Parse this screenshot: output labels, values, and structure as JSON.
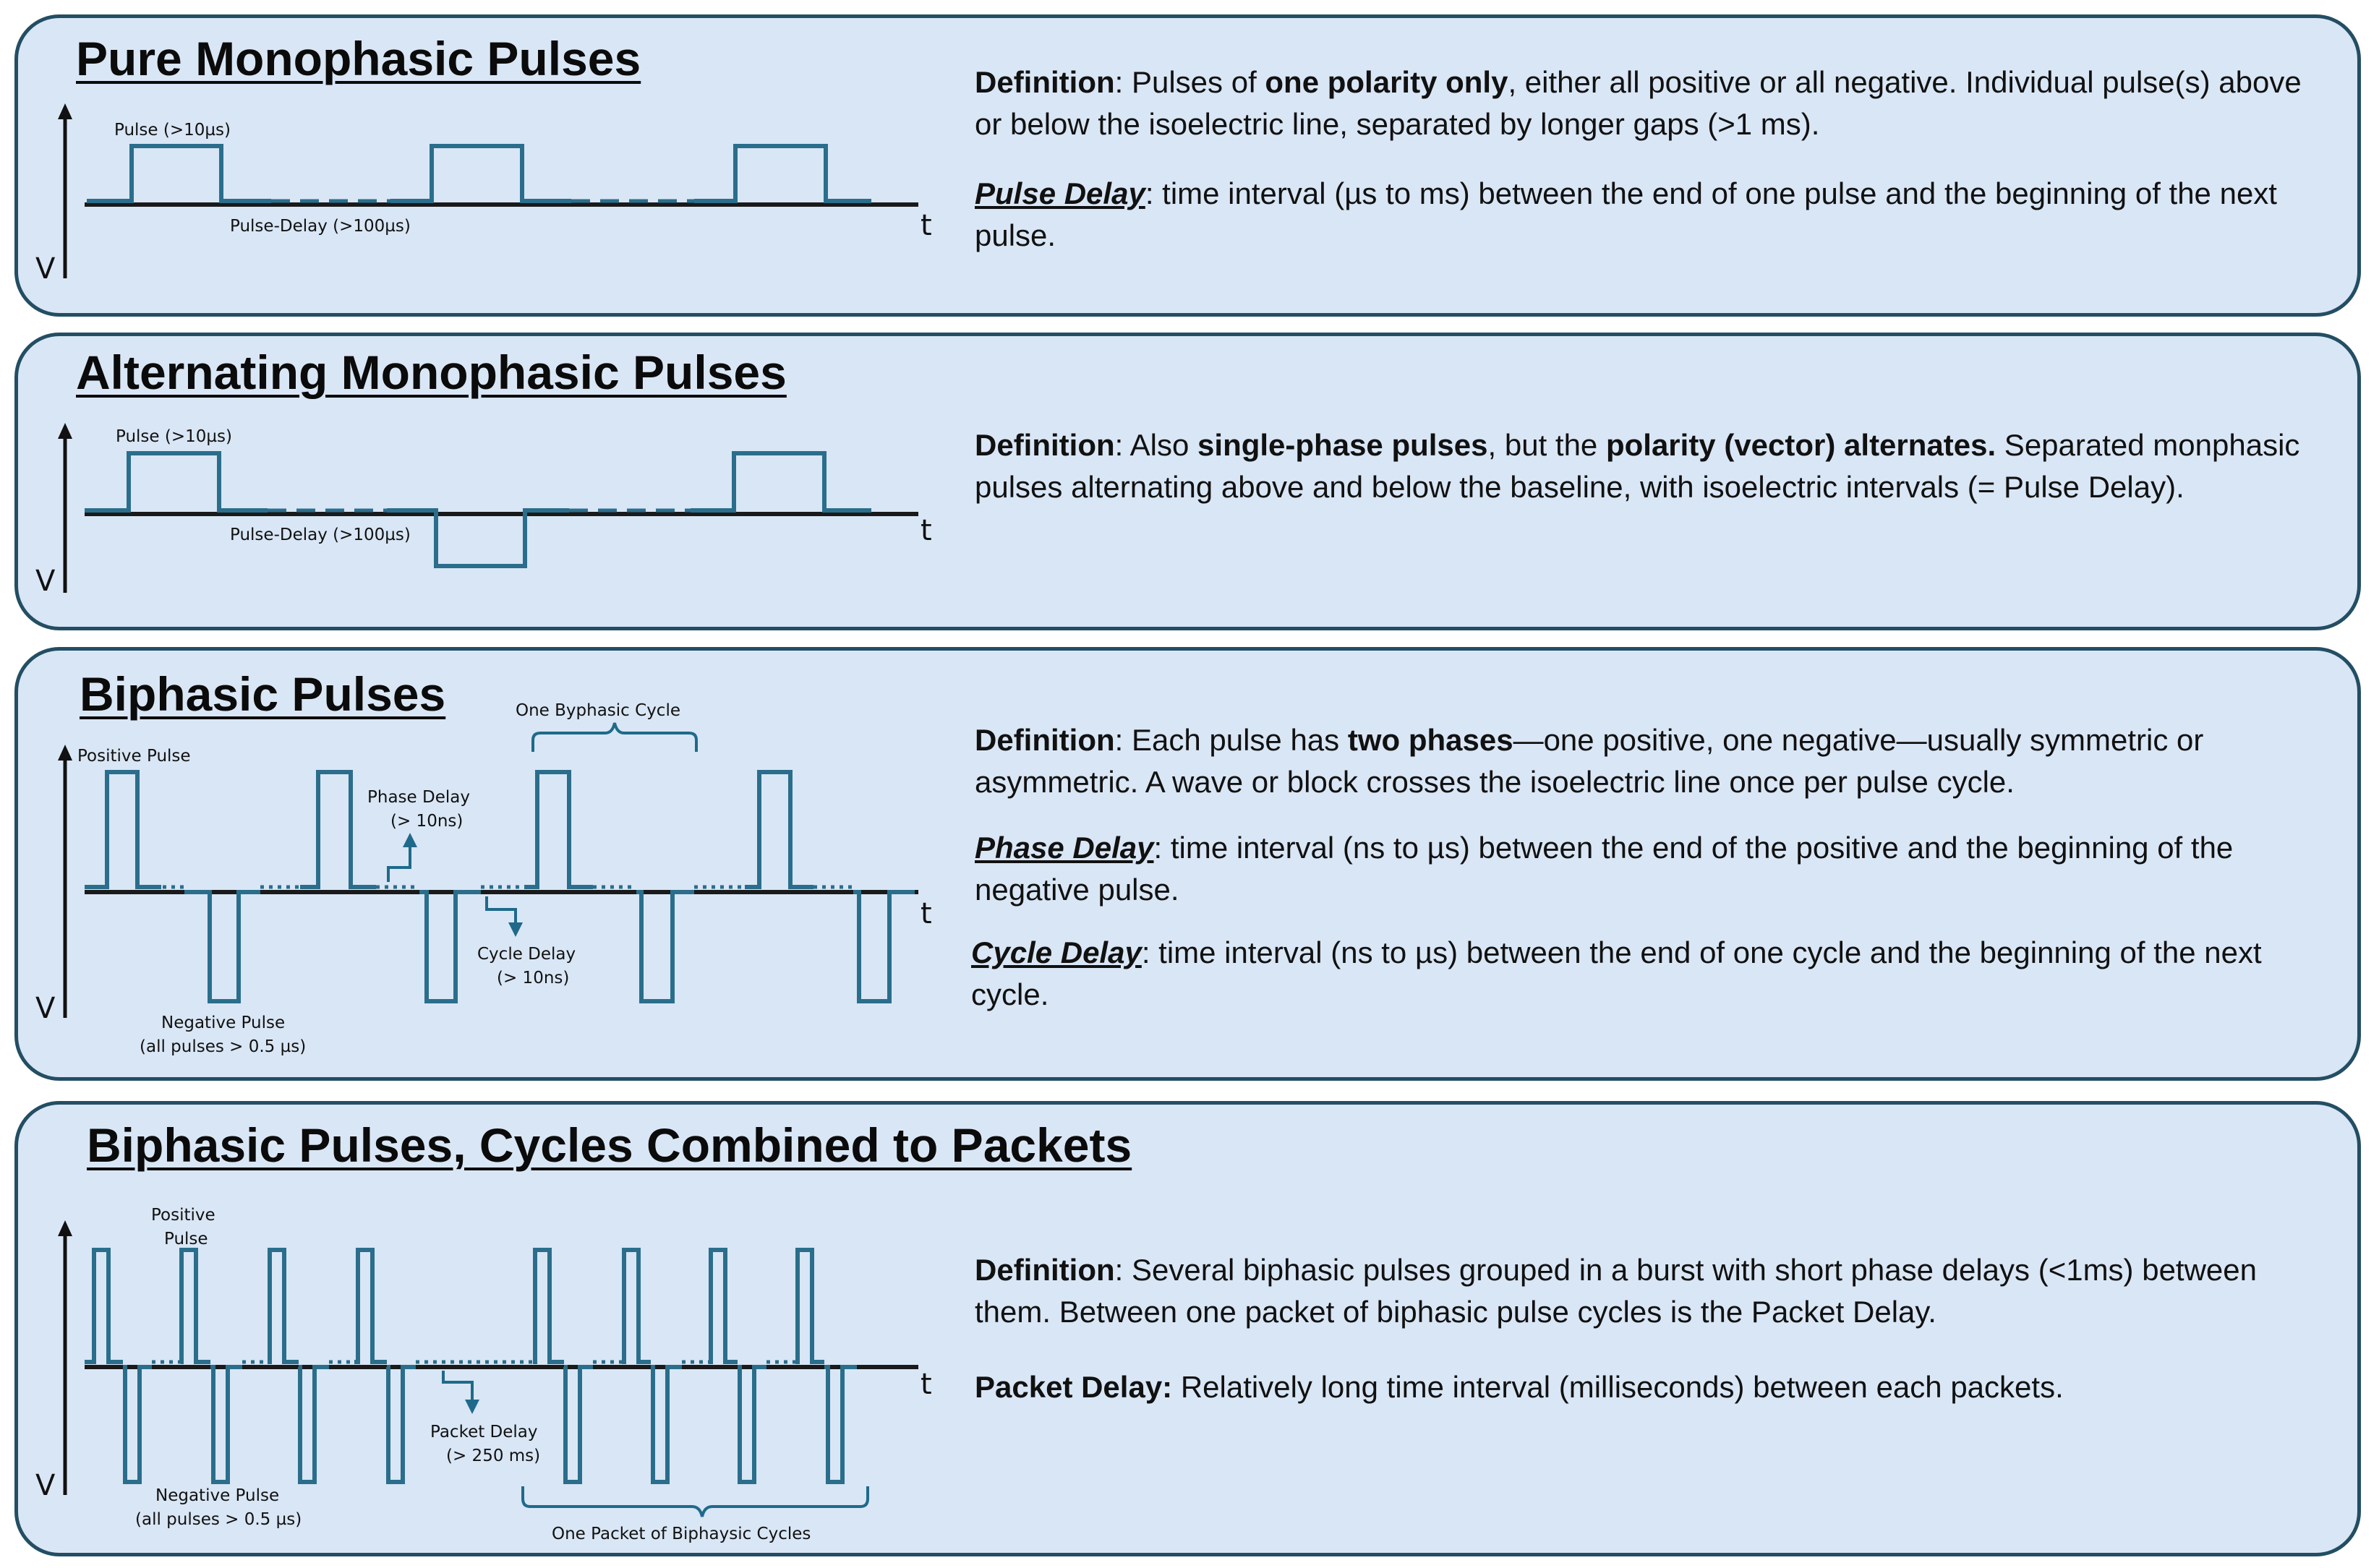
{
  "panels": [
    {
      "title": "Pure Monophasic Pulses",
      "labels": {
        "pulse": "Pulse (>10µs)",
        "delay": "Pulse-Delay (>100µs)",
        "v": "V",
        "t": "t"
      },
      "definition_label": "Definition",
      "definition_parts": [
        ": Pulses of ",
        "one polarity only",
        ", either all positive or all negative. Individual pulse(s) above or below the isoelectric line, separated by longer gaps (>1 ms)."
      ],
      "term_label": "Pulse Delay",
      "term_text": ": time interval (µs to ms) between the end of one pulse and the beginning of the next pulse."
    },
    {
      "title": "Alternating Monophasic Pulses",
      "labels": {
        "pulse": "Pulse (>10µs)",
        "delay": "Pulse-Delay (>100µs)",
        "v": "V",
        "t": "t"
      },
      "definition_label": "Definition",
      "definition_parts": [
        ": Also ",
        "single-phase pulses",
        ", but the ",
        "polarity (vector) alternates.",
        " Separated monphasic pulses alternating above and below the baseline, with isoelectric intervals (= Pulse Delay)."
      ]
    },
    {
      "title": "Biphasic Pulses",
      "labels": {
        "cycle": "One Byphasic Cycle",
        "positive": "Positive Pulse",
        "phase_delay_1": "Phase Delay",
        "phase_delay_2": "(> 10ns)",
        "cycle_delay_1": "Cycle  Delay",
        "cycle_delay_2": "(> 10ns)",
        "negative_1": "Negative Pulse",
        "negative_2": "(all pulses > 0.5 µs)",
        "v": "V",
        "t": "t"
      },
      "definition_label": "Definition",
      "definition_parts": [
        ": Each pulse has ",
        "two phases",
        "—one positive, one negative—usually symmetric or asymmetric. A wave or block crosses the isoelectric line once per pulse cycle."
      ],
      "term1_label": "Phase Delay",
      "term1_text": ": time interval (ns to µs) between the end of the positive and the beginning of the negative pulse.",
      "term2_label": "Cycle Delay",
      "term2_text": ": time interval (ns to µs) between the end of one cycle and the beginning of the next cycle."
    },
    {
      "title": "Biphasic Pulses, Cycles Combined to Packets",
      "labels": {
        "positive_1": "Positive",
        "positive_2": "Pulse",
        "packet_delay_1": "Packet Delay",
        "packet_delay_2": "(> 250 ms)",
        "negative_1": "Negative Pulse",
        "negative_2": "(all pulses > 0.5 µs)",
        "packet": "One Packet of Biphaysic Cycles",
        "v": "V",
        "t": "t"
      },
      "definition_label": "Definition",
      "definition_text": ": Several biphasic pulses grouped in a burst with short phase delays (<1ms) between them. Between one packet of biphasic pulse cycles is the Packet Delay.",
      "term_label": "Packet Delay:",
      "term_text": " Relatively long time interval (milliseconds) between each packets."
    }
  ],
  "colors": {
    "panel_fill": "#d9e6f5",
    "panel_border": "#234e63",
    "waveform": "#2a6e8c",
    "baseline": "#1a1a1a"
  }
}
